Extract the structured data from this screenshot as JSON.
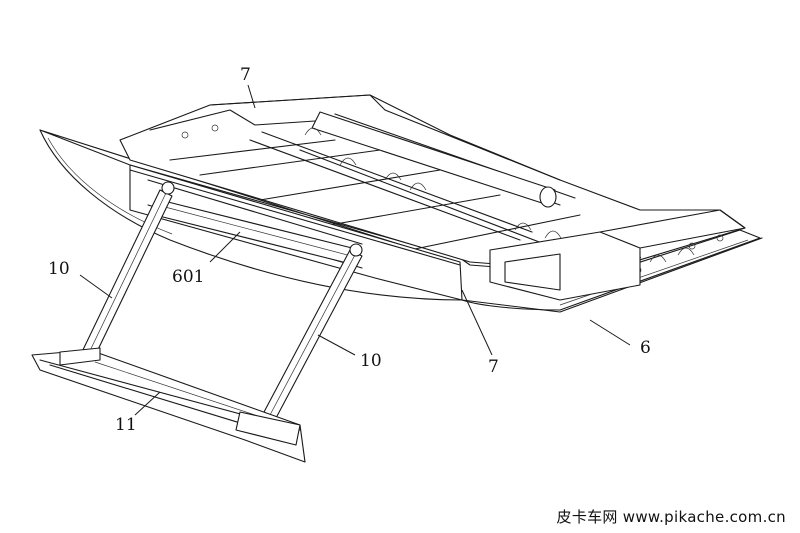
{
  "labels": {
    "top_7": "7",
    "left_10": "10",
    "label_601": "601",
    "right_10": "10",
    "bottom_7": "7",
    "label_6": "6",
    "label_11": "11"
  },
  "watermark": "皮卡车网  www.pikache.com.cn"
}
